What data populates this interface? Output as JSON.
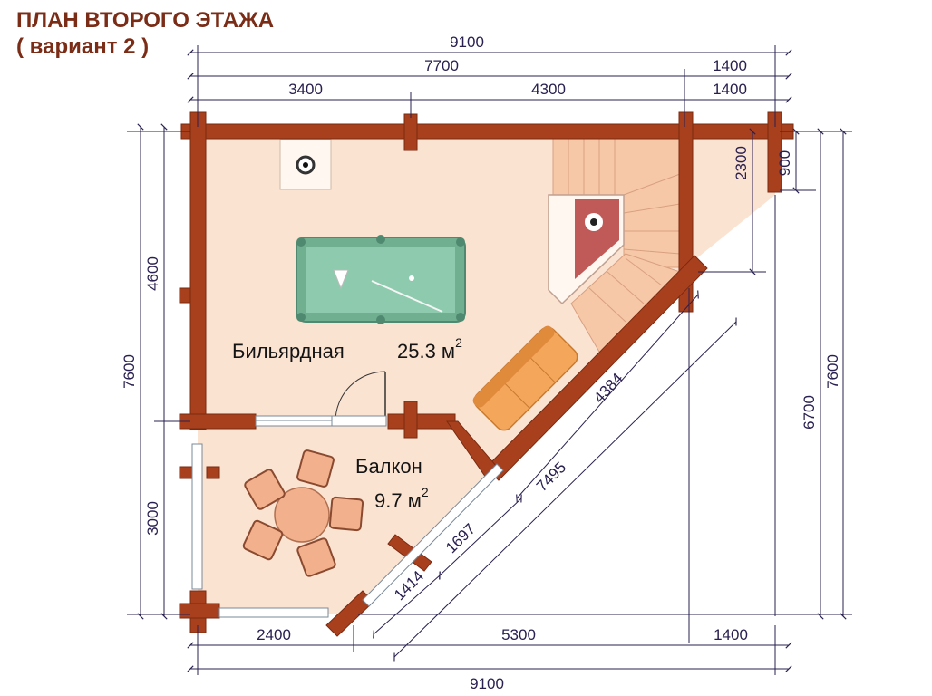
{
  "title": {
    "line1": "ПЛАН ВТОРОГО ЭТАЖА",
    "line2": "( вариант 2 )"
  },
  "rooms": {
    "billiard": {
      "name": "Бильярдная",
      "area": "25.3 м",
      "area_exp": "2"
    },
    "balcony": {
      "name": "Балкон",
      "area": "9.7 м",
      "area_exp": "2"
    }
  },
  "dimensions": {
    "top_total": "9100",
    "top_7700": "7700",
    "top_1400_a": "1400",
    "top_3400": "3400",
    "top_4300": "4300",
    "top_1400_b": "1400",
    "left_7600": "7600",
    "left_4600": "4600",
    "left_3000": "3000",
    "right_2300": "2300",
    "right_900": "900",
    "right_6700": "6700",
    "right_7600": "7600",
    "bottom_2400": "2400",
    "bottom_5300": "5300",
    "bottom_1400": "1400",
    "bottom_total": "9100",
    "diag_4384": "4384",
    "diag_7495": "7495",
    "diag_1697": "1697",
    "diag_1414": "1414"
  },
  "colors": {
    "wall": "#a8401e",
    "floor": "#fbe3d2",
    "dimension": "#2a2050",
    "title": "#7a2c16",
    "table": "#79b99a",
    "sofa": "#f4a65a"
  }
}
